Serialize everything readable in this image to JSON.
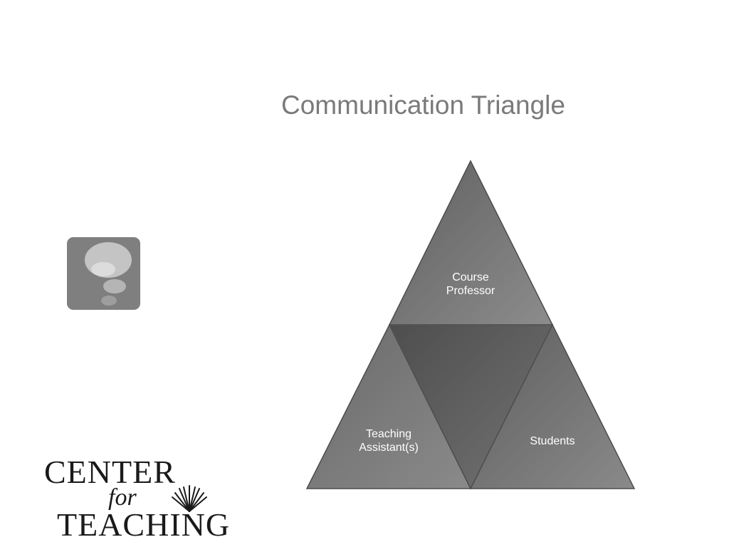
{
  "slide": {
    "title": "Communication Triangle"
  },
  "icon": {
    "name": "speech-bubble-icon",
    "color_bg": "#7f7f7f",
    "color_bubble": "#bdbdbd"
  },
  "diagram": {
    "segments": [
      {
        "id": "top",
        "lines": [
          "Course",
          "Professor"
        ]
      },
      {
        "id": "left",
        "lines": [
          "Teaching",
          "Assistant(s)"
        ]
      },
      {
        "id": "right",
        "lines": [
          "Students"
        ]
      }
    ],
    "colors": {
      "fill_light": "#8a8a8a",
      "fill_dark": "#5a5a5a",
      "stroke": "#4a4a4a"
    }
  },
  "logo": {
    "line1": "CENTER",
    "line2": "for",
    "line3": "TEACHING"
  }
}
